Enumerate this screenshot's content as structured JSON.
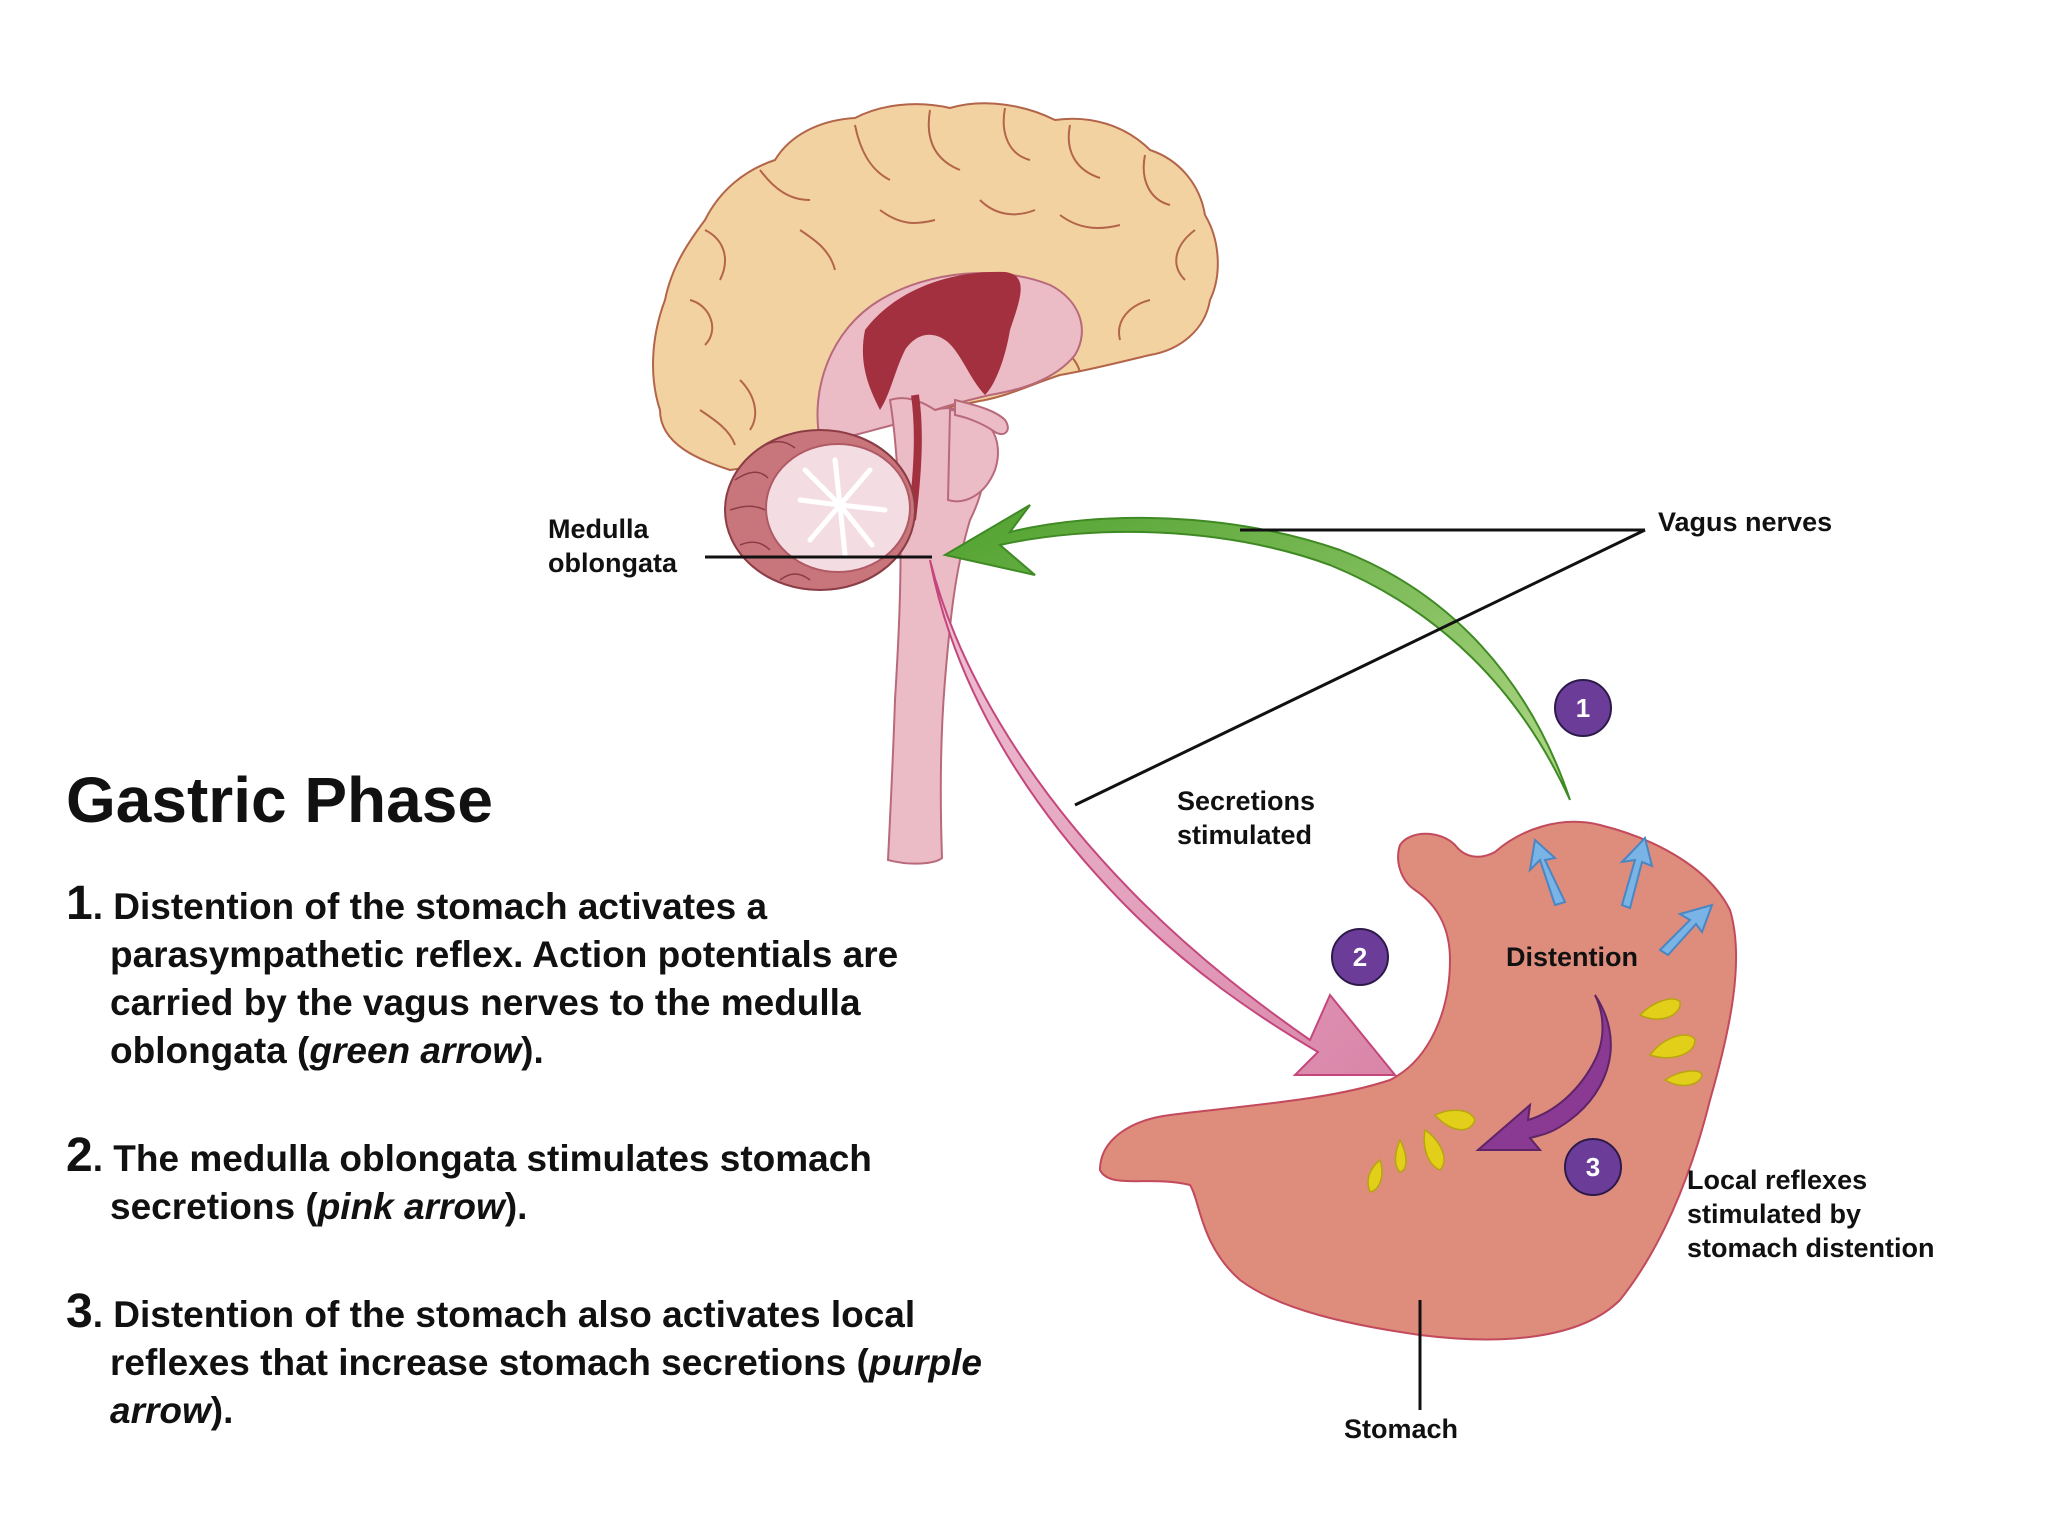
{
  "labels": {
    "medulla": "Medulla\noblongata",
    "vagus": "Vagus nerves",
    "secretions": "Secretions\nstimulated",
    "distention": "Distention",
    "local": "Local reflexes\nstimulated by\nstomach distention",
    "stomach": "Stomach"
  },
  "badges": [
    "1",
    "2",
    "3"
  ],
  "title": "Gastric Phase",
  "steps": [
    {
      "number": "1",
      "text": ". Distention of the stomach activates a parasympathetic reflex. Action potentials are carried by the vagus nerves to the medulla oblongata (",
      "emphasis": "green arrow",
      "end": ")."
    },
    {
      "number": "2",
      "text": ". The medulla oblongata stimulates stomach secretions (",
      "emphasis": "pink arrow",
      "end": ")."
    },
    {
      "number": "3",
      "text": ". Distention of the stomach also activates local reflexes that increase stomach secretions (",
      "emphasis": "purple arrow",
      "end": ")."
    }
  ],
  "colors": {
    "cortex": "#f3d2a2",
    "cortex_line": "#b3654a",
    "brainstem": "#ecbcc6",
    "ventricle": "#a3303f",
    "cerebellum": "#c8767c",
    "green_arrow": "#7fb13f",
    "pink_arrow": "#e3a0bc",
    "purple_arrow": "#8a3a92",
    "stomach": "#de8c7c",
    "badge": "#6b3d99",
    "blue_arrow": "#7ab4e6",
    "secretion": "#e2cf1a"
  }
}
